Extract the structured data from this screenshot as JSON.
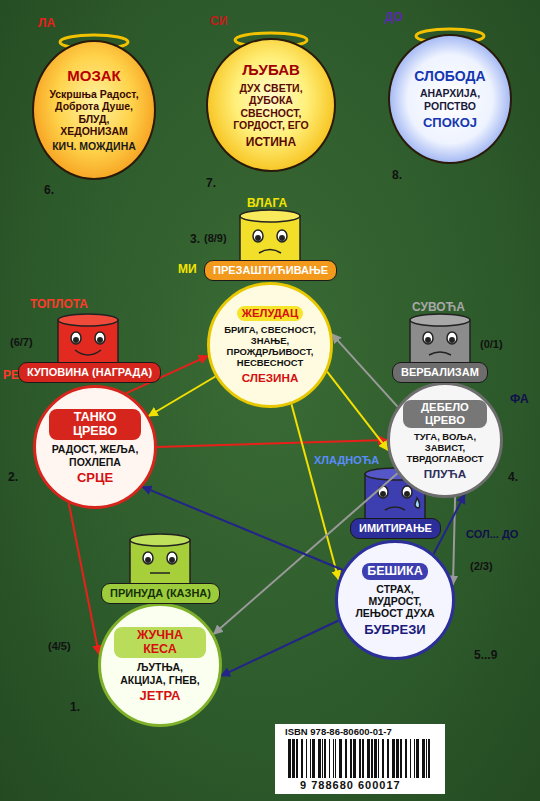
{
  "diagram": {
    "nodes": [
      {
        "text": [
          "МОЗАК",
          "Ускршња Радост, Доброта Душе, БЛУД, ХЕДОНИЗАМ",
          "КИЧ. МОЖДИНА"
        ]
      },
      {
        "text": [
          "ЉУБАВ",
          "ДУХ СВЕТИ, ДУБОКА СВЕСНОСТ, ГОРДОСТ, ЕГО",
          "ИСТИНА"
        ]
      },
      {
        "text": [
          "СЛОБОДА",
          "АНАРХИЈА, РОПСТВО",
          "СПОКОЈ"
        ]
      },
      {
        "text": [
          "ПРЕЗАШТИЋИВАЊЕ"
        ]
      },
      {
        "text": [
          "ЖЕЛУДАЦ",
          "БРИГА, СВЕСНОСТ, ЗНАЊЕ, ПРОЖДРЉИВОСТ, НЕСВЕСНОСТ",
          "СЛЕЗИНА"
        ]
      },
      {
        "text": [
          "КУПОВИНА (НАГРАДА)"
        ]
      },
      {
        "text": [
          "ТАНКО ЦРЕВО",
          "РАДОСТ, ЖЕЉА, ПОХЛЕПА",
          "СРЦЕ"
        ]
      },
      {
        "text": [
          "ВЕРБАЛИЗАМ"
        ]
      },
      {
        "text": [
          "ДЕБЕЛО ЦРЕВО",
          "ТУГА, ВОЉА, ЗАВИСТ, ТВРДОГЛАВОСТ",
          "ПЛУЋА"
        ]
      },
      {
        "text": [
          "ИМИТИРАЊЕ"
        ]
      },
      {
        "text": [
          "БЕШИКА",
          "СТРАХ, МУДРОСТ, ЛЕЊОСТ ДУХА",
          "БУБРЕЗИ"
        ]
      },
      {
        "text": [
          "ПРИНУДА (КАЗНА)"
        ]
      },
      {
        "text": [
          "ЖУЧНА КЕСА",
          "ЉУТЊА, АКЦИЈА, ГНЕВ,",
          "ЈЕТРА"
        ]
      }
    ],
    "edges": [
      {
        "from": 6,
        "to": 4,
        "arrow": "to"
      },
      {
        "from": 6,
        "to": 8,
        "arrow": "to"
      },
      {
        "from": 6,
        "to": 12,
        "arrow": "to"
      },
      {
        "from": 4,
        "to": 6,
        "arrow": "to"
      },
      {
        "from": 4,
        "to": 8,
        "arrow": "to"
      },
      {
        "from": 4,
        "to": 10,
        "arrow": "to"
      },
      {
        "from": 8,
        "to": 4,
        "arrow": "to"
      },
      {
        "from": 8,
        "to": 12,
        "arrow": "to"
      },
      {
        "from": 8,
        "to": 10,
        "arrow": "to"
      },
      {
        "from": 10,
        "to": 6,
        "arrow": "to"
      },
      {
        "from": 10,
        "to": 12,
        "arrow": "to"
      },
      {
        "from": 10,
        "to": 8,
        "arrow": "to"
      }
    ],
    "labels": [
      "ЛА",
      "СИ",
      "ДО",
      "6.",
      "7.",
      "8.",
      "ВЛАГА",
      "МИ",
      "3.",
      "(8/9)",
      "ТОПЛОТА",
      "(6/7)",
      "РЕ",
      "2.",
      "СУВОЋА",
      "(0/1)",
      "ФА",
      "4.",
      "ХЛАДНОЋА",
      "СОЛ... ДО",
      "(2/3)",
      "5...9",
      "(4/5)",
      "1.",
      "ISBN 978-86-80600-01-7",
      "9 788680 600017"
    ]
  }
}
